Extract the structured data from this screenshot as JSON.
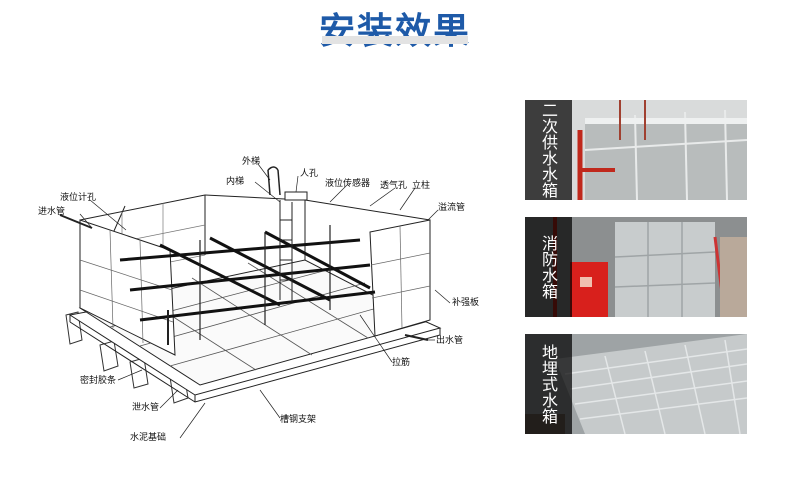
{
  "title": "安装效果",
  "diagram": {
    "labels": {
      "outer_ladder": "外梯",
      "manhole": "人孔",
      "inner_ladder": "内梯",
      "level_sensor": "液位传感器",
      "vent_hole": "透气孔",
      "column": "立柱",
      "level_gauge_hole": "液位计孔",
      "inlet_pipe": "进水管",
      "overflow_pipe": "溢流管",
      "reinforcing_plate": "补强板",
      "outlet_pipe": "出水管",
      "tie_bar": "拉筋",
      "sealing_strip": "密封胶条",
      "drain_pipe": "泄水管",
      "steel_frame": "槽钢支架",
      "concrete_base": "水泥基础"
    }
  },
  "photos": [
    {
      "label": "二次供水水箱"
    },
    {
      "label": "消防水箱"
    },
    {
      "label": "地埋式水箱"
    }
  ]
}
